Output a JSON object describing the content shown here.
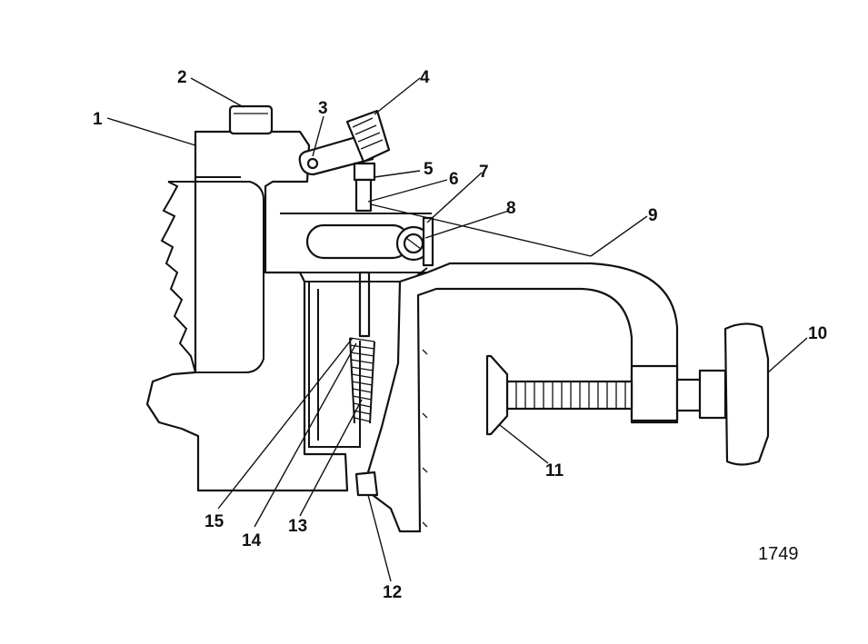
{
  "callouts": [
    {
      "id": "c1",
      "label": "1"
    },
    {
      "id": "c2",
      "label": "2"
    },
    {
      "id": "c3",
      "label": "3"
    },
    {
      "id": "c4",
      "label": "4"
    },
    {
      "id": "c5",
      "label": "5"
    },
    {
      "id": "c6",
      "label": "6"
    },
    {
      "id": "c7",
      "label": "7"
    },
    {
      "id": "c8",
      "label": "8"
    },
    {
      "id": "c9",
      "label": "9"
    },
    {
      "id": "c10",
      "label": "10"
    },
    {
      "id": "c11",
      "label": "11"
    },
    {
      "id": "c12",
      "label": "12"
    },
    {
      "id": "c13",
      "label": "13"
    },
    {
      "id": "c14",
      "label": "14"
    },
    {
      "id": "c15",
      "label": "15"
    }
  ],
  "figure_number": "1749"
}
